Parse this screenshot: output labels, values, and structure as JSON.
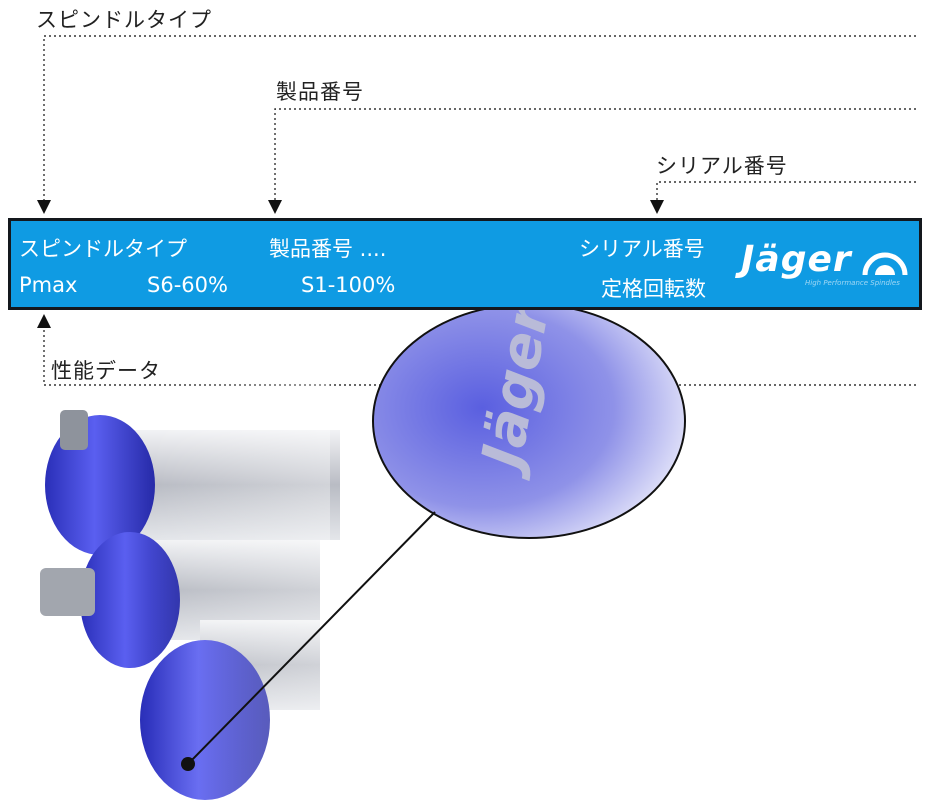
{
  "callouts": {
    "spindle_type": "スピンドルタイプ",
    "product_number": "製品番号",
    "serial_number": "シリアル番号",
    "performance_data": "性能データ"
  },
  "nameplate": {
    "spindle_type": "スピンドルタイプ",
    "product_number": "製品番号 ....",
    "serial_number": "シリアル番号",
    "pmax": "Pmax",
    "s6": "S6-60%",
    "s1": "S1-100%",
    "rated_speed": "定格回転数",
    "logo": "Jäger",
    "logo_tagline": "High Performance Spindles"
  },
  "colors": {
    "nameplate_bg": "#0f9be3",
    "spindle_blue": "#3a3fcf",
    "spindle_silver": "#c9ccd3"
  },
  "icons": [
    "arrow-down-icon",
    "arrow-up-icon",
    "jager-logo-icon",
    "magnifier-circle"
  ]
}
